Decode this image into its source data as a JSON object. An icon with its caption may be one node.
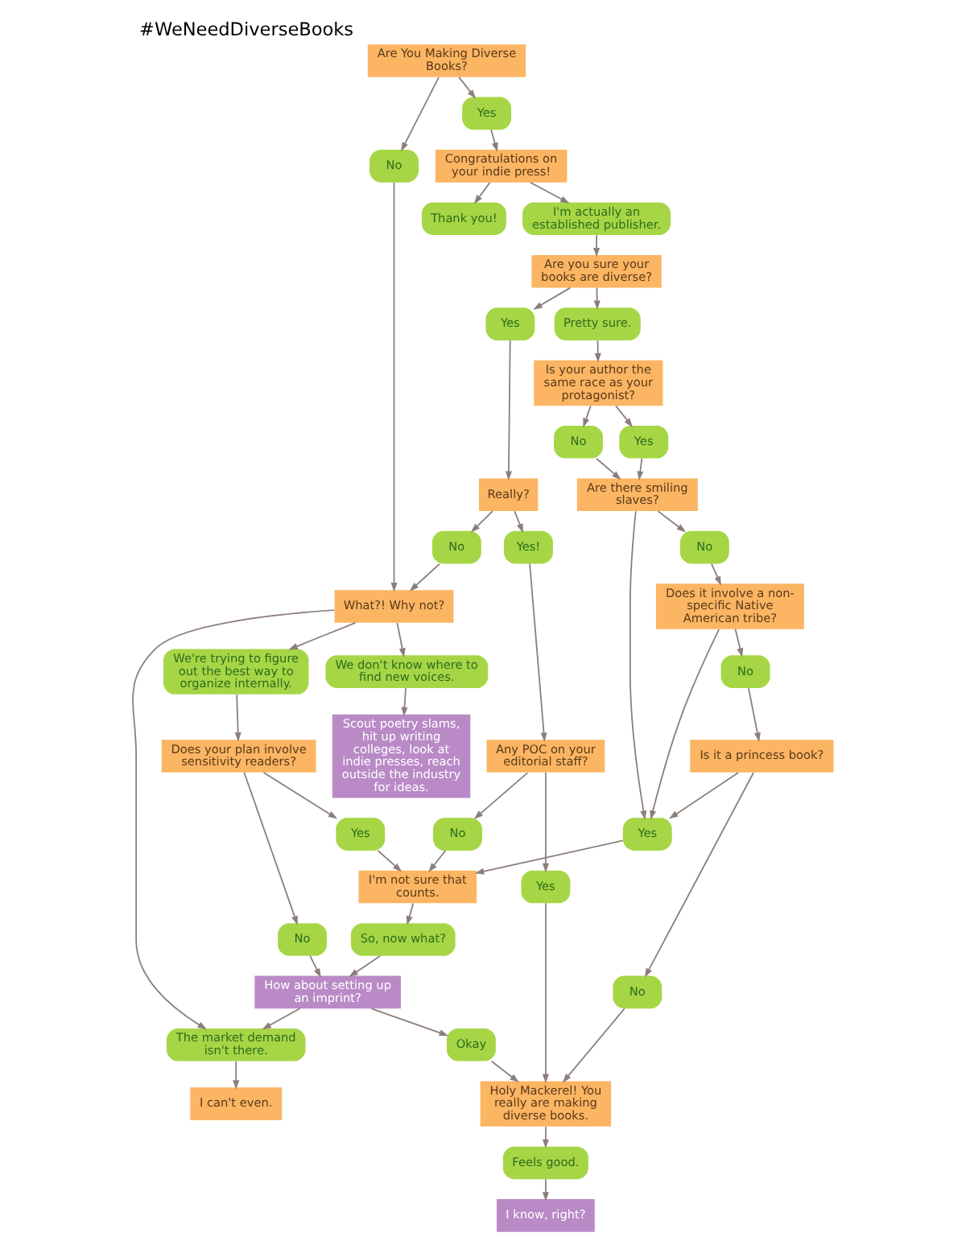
{
  "diagram": {
    "title": "#WeNeedDiverseBooks",
    "nodes": [
      {
        "text": [
          "Are You Making Diverse Books?"
        ]
      },
      {
        "text": [
          "No"
        ]
      },
      {
        "text": [
          "We don't know where to find new voices."
        ]
      },
      {
        "text": [
          "Yes"
        ]
      },
      {
        "text": [
          "Thank you!"
        ]
      },
      {
        "text": [
          "Congratulations on your indie press!"
        ]
      },
      {
        "text": [
          "What?! Why not?"
        ]
      },
      {
        "text": [
          "I'm actually an established publisher."
        ]
      },
      {
        "text": [
          "Scout poetry slams, hit up writing colleges, look at indie presses, reach outside the industry for ideas."
        ]
      },
      {
        "text": [
          "Really?"
        ]
      },
      {
        "text": [
          "No"
        ]
      },
      {
        "text": [
          "Yes"
        ]
      },
      {
        "text": [
          "Yes!"
        ]
      },
      {
        "text": [
          "The market demand isn't there."
        ]
      },
      {
        "text": [
          "Are you sure your books are diverse?"
        ]
      },
      {
        "text": [
          "We're trying to figure out the best way to organize internally."
        ]
      },
      {
        "text": [
          "How about setting up an imprint?"
        ]
      },
      {
        "text": [
          "I can't even."
        ]
      },
      {
        "text": [
          "Pretty sure."
        ]
      },
      {
        "text": [
          "Does your plan involve sensitivity readers?"
        ]
      },
      {
        "text": [
          "No"
        ]
      },
      {
        "text": [
          "Okay"
        ]
      },
      {
        "text": [
          "Is your author the same race as your protagonist?"
        ]
      },
      {
        "text": [
          "So, now what?"
        ]
      },
      {
        "text": [
          "Yes"
        ]
      },
      {
        "text": [
          "Any POC on your editorial staff?"
        ]
      },
      {
        "text": [
          "Yes"
        ]
      },
      {
        "text": [
          "No"
        ]
      },
      {
        "text": [
          "I'm not sure that counts."
        ]
      },
      {
        "text": [
          "Yes"
        ]
      },
      {
        "text": [
          "No"
        ]
      },
      {
        "text": [
          "Are there smiling slaves?"
        ]
      },
      {
        "text": [
          "Yes"
        ]
      },
      {
        "text": [
          "No"
        ]
      },
      {
        "text": [
          "Holy Mackerel! You really are making diverse books."
        ]
      },
      {
        "text": [
          "No"
        ]
      },
      {
        "text": [
          "No"
        ]
      },
      {
        "text": [
          "Is it a princess book?"
        ]
      },
      {
        "text": [
          "Feels good."
        ]
      },
      {
        "text": [
          "I know, right?"
        ]
      },
      {
        "text": [
          "Does it involve a non-specific Native American tribe?"
        ]
      }
    ],
    "edges": [
      {
        "from": 0,
        "to": 1,
        "arrow": "to"
      },
      {
        "from": 0,
        "to": 3,
        "arrow": "to"
      },
      {
        "from": 1,
        "to": 6,
        "arrow": "to"
      },
      {
        "from": 3,
        "to": 5,
        "arrow": "to"
      },
      {
        "from": 5,
        "to": 4,
        "arrow": "to"
      },
      {
        "from": 5,
        "to": 7,
        "arrow": "to"
      },
      {
        "from": 6,
        "to": 2,
        "arrow": "to"
      },
      {
        "from": 2,
        "to": 8,
        "arrow": "to"
      },
      {
        "from": 6,
        "to": 15,
        "arrow": "to"
      },
      {
        "from": 7,
        "to": 14,
        "arrow": "to"
      },
      {
        "from": 14,
        "to": 11,
        "arrow": "to"
      },
      {
        "from": 11,
        "to": 9,
        "arrow": "to"
      },
      {
        "from": 9,
        "to": 10,
        "arrow": "to"
      },
      {
        "from": 9,
        "to": 12,
        "arrow": "to"
      },
      {
        "from": 10,
        "to": 6,
        "arrow": "to"
      },
      {
        "from": 6,
        "to": 13,
        "arrow": "to"
      },
      {
        "from": 13,
        "to": 17,
        "arrow": "to"
      },
      {
        "from": 16,
        "to": 13,
        "arrow": "to"
      },
      {
        "from": 15,
        "to": 19,
        "arrow": "to"
      },
      {
        "from": 19,
        "to": 20,
        "arrow": "to"
      },
      {
        "from": 20,
        "to": 16,
        "arrow": "to"
      },
      {
        "from": 16,
        "to": 21,
        "arrow": "to"
      },
      {
        "from": 19,
        "to": 24,
        "arrow": "to"
      },
      {
        "from": 24,
        "to": 28,
        "arrow": "to"
      },
      {
        "from": 28,
        "to": 23,
        "arrow": "to"
      },
      {
        "from": 23,
        "to": 16,
        "arrow": "to"
      },
      {
        "from": 12,
        "to": 25,
        "arrow": "to"
      },
      {
        "from": 25,
        "to": 26,
        "arrow": "to"
      },
      {
        "from": 25,
        "to": 27,
        "arrow": "to"
      },
      {
        "from": 27,
        "to": 28,
        "arrow": "to"
      },
      {
        "from": 26,
        "to": 34,
        "arrow": "to"
      },
      {
        "from": 21,
        "to": 34,
        "arrow": "to"
      },
      {
        "from": 14,
        "to": 18,
        "arrow": "to"
      },
      {
        "from": 18,
        "to": 22,
        "arrow": "to"
      },
      {
        "from": 22,
        "to": 29,
        "arrow": "to"
      },
      {
        "from": 22,
        "to": 30,
        "arrow": "to"
      },
      {
        "from": 29,
        "to": 31,
        "arrow": "to"
      },
      {
        "from": 30,
        "to": 31,
        "arrow": "to"
      },
      {
        "from": 31,
        "to": 32,
        "arrow": "to"
      },
      {
        "from": 31,
        "to": 35,
        "arrow": "to"
      },
      {
        "from": 32,
        "to": 28,
        "arrow": "to"
      },
      {
        "from": 33,
        "to": 34,
        "arrow": "to"
      },
      {
        "from": 37,
        "to": 32,
        "arrow": "to"
      },
      {
        "from": 37,
        "to": 33,
        "arrow": "to"
      },
      {
        "from": 36,
        "to": 37,
        "arrow": "to"
      },
      {
        "from": 40,
        "to": 36,
        "arrow": "to"
      },
      {
        "from": 40,
        "to": 32,
        "arrow": "to"
      },
      {
        "from": 35,
        "to": 40,
        "arrow": "to"
      },
      {
        "from": 34,
        "to": 38,
        "arrow": "to"
      },
      {
        "from": 38,
        "to": 39,
        "arrow": "to"
      }
    ]
  }
}
